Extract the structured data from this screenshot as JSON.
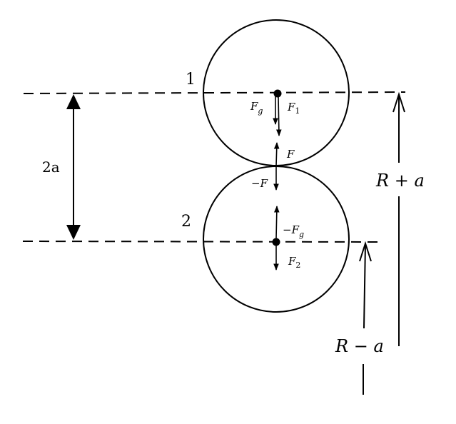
{
  "labels": {
    "body1": "1",
    "body2": "2",
    "separation": "2a",
    "Fg": "F",
    "Fg_sub": "g",
    "F1": "F",
    "F1_sub": "1",
    "F": "F",
    "negF": "−F",
    "negFg": "−F",
    "negFg_sub": "g",
    "F2": "F",
    "F2_sub": "2",
    "R_plus_a": "R + a",
    "R_minus_a": "R − a"
  }
}
